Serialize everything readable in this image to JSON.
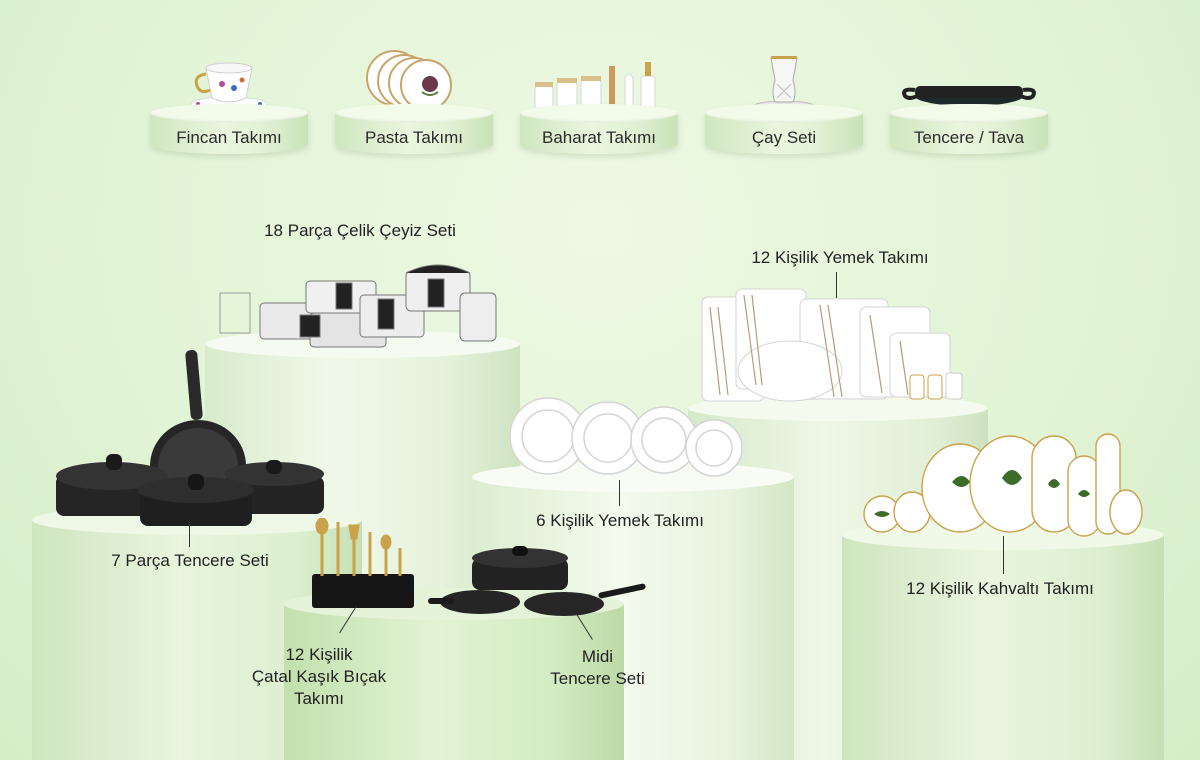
{
  "categories": [
    {
      "label": "Fincan Takımı",
      "icon": "teacup-icon"
    },
    {
      "label": "Pasta Takımı",
      "icon": "cake-plates-icon"
    },
    {
      "label": "Baharat Takımı",
      "icon": "spice-jars-icon"
    },
    {
      "label": "Çay Seti",
      "icon": "tea-glass-icon"
    },
    {
      "label": "Tencere / Tava",
      "icon": "pan-icon"
    }
  ],
  "products": {
    "steel_set": "18 Parça Çelik Çeyiz Seti",
    "dinner_12": "12 Kişilik Yemek Takımı",
    "dinner_6": "6 Kişilik Yemek Takımı",
    "cookware_7": "7 Parça Tencere Seti",
    "breakfast_12": "12 Kişilik Kahvaltı Takımı",
    "cutlery_line1": "12 Kişilik",
    "cutlery_line2": "Çatal Kaşık Bıçak",
    "cutlery_line3": "Takımı",
    "midi_line1": "Midi",
    "midi_line2": "Tencere Seti"
  },
  "colors": {
    "background": "#e2f4d6",
    "pedestal": "#eaf6df",
    "text": "#222222",
    "cookware": "#1f1f1f",
    "gold": "#c9a24a"
  }
}
